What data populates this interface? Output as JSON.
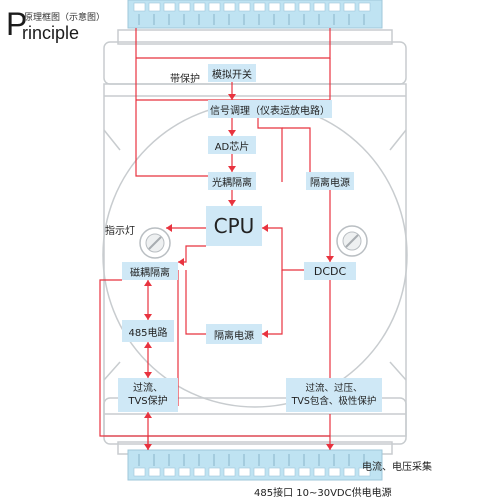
{
  "title": {
    "initial": "P",
    "rest": "rinciple",
    "subtitle": "原理框图（示意图）"
  },
  "blocks": {
    "protect_label": "带保护",
    "analog_switch": "模拟开关",
    "signal_cond": "信号调理（仪表运放电路）",
    "ad_chip": "AD芯片",
    "opto_isolation": "光耦隔离",
    "iso_power_top": "隔离电源",
    "cpu": "CPU",
    "indicator_light": "指示灯",
    "mag_isolation": "磁耦隔离",
    "dcdc": "DCDC",
    "rs485_circuit": "485电路",
    "iso_power_bottom": "隔离电源",
    "overcurrent_tvs": "过流、\nTVS保护",
    "power_protect": "过流、过压、\nTVS包含、极性保护"
  },
  "labels": {
    "acquisition": "电流、电压采集",
    "bottom_caption": "485接口 10~30VDC供电电源"
  },
  "colors": {
    "block_fill": "#cfe8f6",
    "signal_line": "#e8333f",
    "enclosure": "#c8cccf",
    "terminal": "#bfe3f2"
  }
}
